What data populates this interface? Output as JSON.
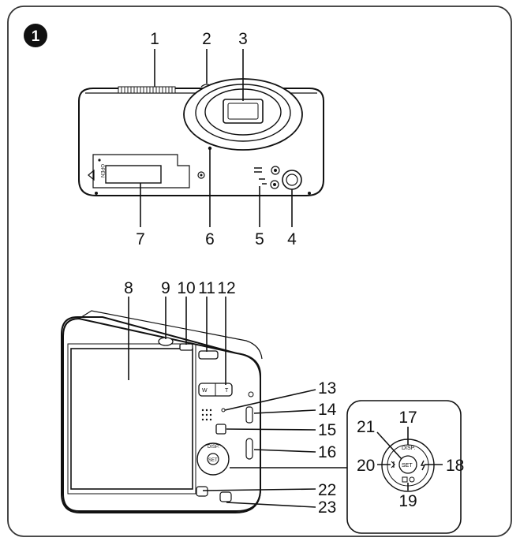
{
  "figure": {
    "step_number": "1",
    "callouts": [
      "1",
      "2",
      "3",
      "4",
      "5",
      "6",
      "7",
      "8",
      "9",
      "10",
      "11",
      "12",
      "13",
      "14",
      "15",
      "16",
      "17",
      "18",
      "19",
      "20",
      "21",
      "22",
      "23"
    ],
    "front_view": {
      "open_label": "OPEN"
    },
    "back_view": {
      "zoom_wide": "W",
      "zoom_tele": "T",
      "disp_label": "DISP.",
      "set_label": "SET"
    },
    "dpad_detail": {
      "disp_label": "DISP.",
      "set_label": "SET"
    }
  },
  "colors": {
    "outline": "#111111",
    "background": "#ffffff",
    "badge": "#111111"
  }
}
